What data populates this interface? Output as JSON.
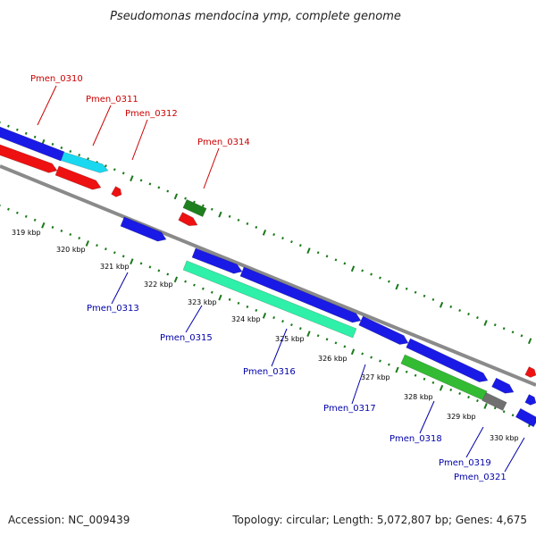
{
  "title": "Pseudomonas mendocina ymp, complete genome",
  "footer": {
    "accession": "Accession: NC_009439",
    "summary": "Topology: circular; Length: 5,072,807 bp; Genes: 4,675"
  },
  "colors": {
    "backbone": "#8a8a8a",
    "tick": "#1a7a1a",
    "label_forward": "#cc0000",
    "label_reverse": "#0000aa",
    "gene_blue": "#1a1ae6",
    "gene_cyan": "#19d8f0",
    "gene_red": "#ee1111",
    "gene_green_dark": "#1e7f1e",
    "gene_green": "#33bb33",
    "gene_mint": "#2ef0a8",
    "gene_gray": "#707070"
  },
  "kbp_ticks": [
    "319 kbp",
    "320 kbp",
    "321 kbp",
    "322 kbp",
    "323 kbp",
    "324 kbp",
    "325 kbp",
    "326 kbp",
    "327 kbp",
    "328 kbp",
    "329 kbp",
    "330 kbp"
  ],
  "forward_labels": [
    "Pmen_0310",
    "Pmen_0311",
    "Pmen_0312",
    "Pmen_0314"
  ],
  "reverse_labels": [
    "Pmen_0313",
    "Pmen_0315",
    "Pmen_0316",
    "Pmen_0317",
    "Pmen_0318",
    "Pmen_0319",
    "Pmen_0321"
  ]
}
